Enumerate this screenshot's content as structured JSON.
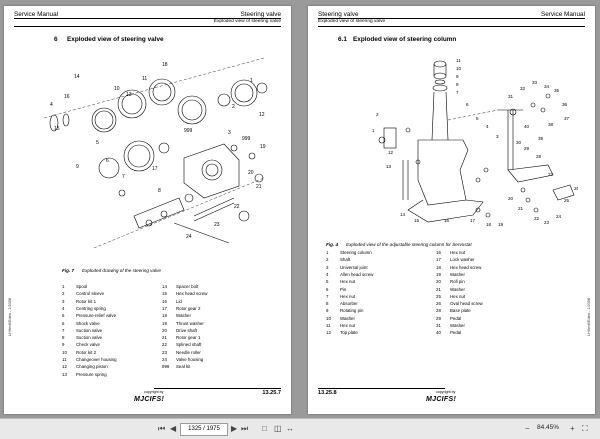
{
  "left_page": {
    "header_left": "Service Manual",
    "header_right": "Steering valve",
    "subheader": "Exploded view of steering valve",
    "section_number": "6",
    "section_title": "Exploded view of steering valve",
    "figure_num": "Fig. 7",
    "figure_caption": "Exploded drawing of the steering valve",
    "side_text": "LH9ev6/Eden - 1/2008",
    "copyright": "copyright by",
    "logo": "MJCIFS!",
    "page_number": "13.25.7",
    "callouts": [
      "18",
      "11",
      "10",
      "13",
      "14",
      "16",
      "4",
      "15",
      "5",
      "6",
      "9",
      "7",
      "17",
      "8",
      "999",
      "2",
      "1",
      "12",
      "3",
      "999",
      "19",
      "20",
      "21",
      "22",
      "23",
      "24"
    ],
    "legend": [
      {
        "n": "1",
        "t": "Spool"
      },
      {
        "n": "2",
        "t": "Control sleeve"
      },
      {
        "n": "3",
        "t": "Rotor kit 1"
      },
      {
        "n": "4",
        "t": "Centring spring"
      },
      {
        "n": "5",
        "t": "Pressure-relief valve"
      },
      {
        "n": "6",
        "t": "Shock valve"
      },
      {
        "n": "7",
        "t": "Suction valve"
      },
      {
        "n": "8",
        "t": "Suction valve"
      },
      {
        "n": "9",
        "t": "Check valve"
      },
      {
        "n": "10",
        "t": "Rotor kit 2"
      },
      {
        "n": "11",
        "t": "Changeover housing"
      },
      {
        "n": "12",
        "t": "Changing piston"
      },
      {
        "n": "13",
        "t": "Pressure spring"
      },
      {
        "n": "14",
        "t": "Spacer bolt"
      },
      {
        "n": "15",
        "t": "Hex head screw"
      },
      {
        "n": "16",
        "t": "Lid"
      },
      {
        "n": "17",
        "t": "Rotor gear 2"
      },
      {
        "n": "18",
        "t": "Washer"
      },
      {
        "n": "19",
        "t": "Thrust washer"
      },
      {
        "n": "20",
        "t": "Drive shaft"
      },
      {
        "n": "21",
        "t": "Rotor gear 1"
      },
      {
        "n": "22",
        "t": "Splined shaft"
      },
      {
        "n": "23",
        "t": "Needle roller"
      },
      {
        "n": "24",
        "t": "Valve housing"
      },
      {
        "n": "999",
        "t": "Seal kit"
      }
    ]
  },
  "right_page": {
    "header_left": "Steering valve",
    "header_right": "Service Manual",
    "subheader": "Exploded view of steering valve",
    "section_number": "6.1",
    "section_title": "Exploded view of steering column",
    "figure_num": "Fig. 4",
    "figure_caption": "Exploded view of the adjustable steering column for Servostat",
    "side_text": "LH9ev6/Eden - 1/2008",
    "copyright": "copyright by",
    "logo": "MJCIFS!",
    "page_number": "13.25.8",
    "callouts": [
      "11",
      "10",
      "9",
      "8",
      "7",
      "6",
      "5",
      "4",
      "3",
      "2",
      "1",
      "12",
      "13",
      "14",
      "15",
      "16",
      "17",
      "18",
      "19",
      "20",
      "21",
      "22",
      "23",
      "24",
      "25",
      "26",
      "27",
      "28",
      "29",
      "30",
      "31",
      "32",
      "33",
      "34",
      "35",
      "36",
      "37",
      "38",
      "39",
      "40"
    ],
    "legend": [
      {
        "n": "1",
        "t": "Steering column"
      },
      {
        "n": "2",
        "t": "Shaft"
      },
      {
        "n": "3",
        "t": "Universal joint"
      },
      {
        "n": "4",
        "t": "Allen head screw"
      },
      {
        "n": "5",
        "t": "Hex nut"
      },
      {
        "n": "6",
        "t": "Pin"
      },
      {
        "n": "7",
        "t": "Hex nut"
      },
      {
        "n": "8",
        "t": "Absorber"
      },
      {
        "n": "9",
        "t": "Rotating pin"
      },
      {
        "n": "10",
        "t": "Washer"
      },
      {
        "n": "11",
        "t": "Hex nut"
      },
      {
        "n": "12",
        "t": "Top plate"
      },
      {
        "n": "16",
        "t": "Hex nut"
      },
      {
        "n": "17",
        "t": "Lock washer"
      },
      {
        "n": "18",
        "t": "Hex head screw"
      },
      {
        "n": "19",
        "t": "Washer"
      },
      {
        "n": "20",
        "t": "Roll pin"
      },
      {
        "n": "21",
        "t": "Washer"
      },
      {
        "n": "25",
        "t": "Hex nut"
      },
      {
        "n": "26",
        "t": "Oval head screw"
      },
      {
        "n": "28",
        "t": "Base plate"
      },
      {
        "n": "29",
        "t": "Pedal"
      },
      {
        "n": "31",
        "t": "Washer"
      },
      {
        "n": "40",
        "t": "Pedal"
      }
    ]
  },
  "toolbar": {
    "page_field": "1325 / 1975",
    "zoom": "84.45%",
    "icons": [
      "first-page-icon",
      "prev-page-icon",
      "next-page-icon",
      "last-page-icon",
      "single-page-icon",
      "two-page-icon",
      "fit-width-icon",
      "zoom-out-icon",
      "zoom-in-icon",
      "fullscreen-icon"
    ]
  }
}
